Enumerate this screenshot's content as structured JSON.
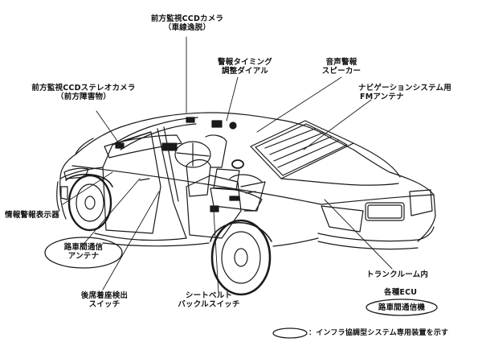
{
  "labels": {
    "front_ccd_camera": "前方監視CCDカメラ",
    "front_ccd_camera_sub": "（車線逸脱）",
    "alarm_timing_dial_1": "警報タイミング",
    "alarm_timing_dial_2": "調整ダイアル",
    "voice_alarm_speaker_1": "音声警報",
    "voice_alarm_speaker_2": "スピーカー",
    "nav_fm_antenna_1": "ナビゲーションシステム用",
    "nav_fm_antenna_2": "FMアンテナ",
    "front_stereo_camera": "前方監視CCDステレオカメラ",
    "front_stereo_camera_sub": "（前方障害物）",
    "info_alarm_display": "情報警報表示器",
    "road_vehicle_antenna_1": "路車間通信",
    "road_vehicle_antenna_2": "アンテナ",
    "rear_seat_sensor_1": "後席着座検出",
    "rear_seat_sensor_2": "スイッチ",
    "seatbelt_buckle_switch_1": "シートベルト",
    "seatbelt_buckle_switch_2": "バックルスイッチ",
    "trunk_room": "トランクルーム内",
    "various_ecu": "各種ECU",
    "road_vehicle_comm": "路車間通信機",
    "legend_text": "：インフラ協調型システム専用装置を示す"
  },
  "colors": {
    "ink": "#1a1a1a",
    "background": "#ffffff"
  }
}
